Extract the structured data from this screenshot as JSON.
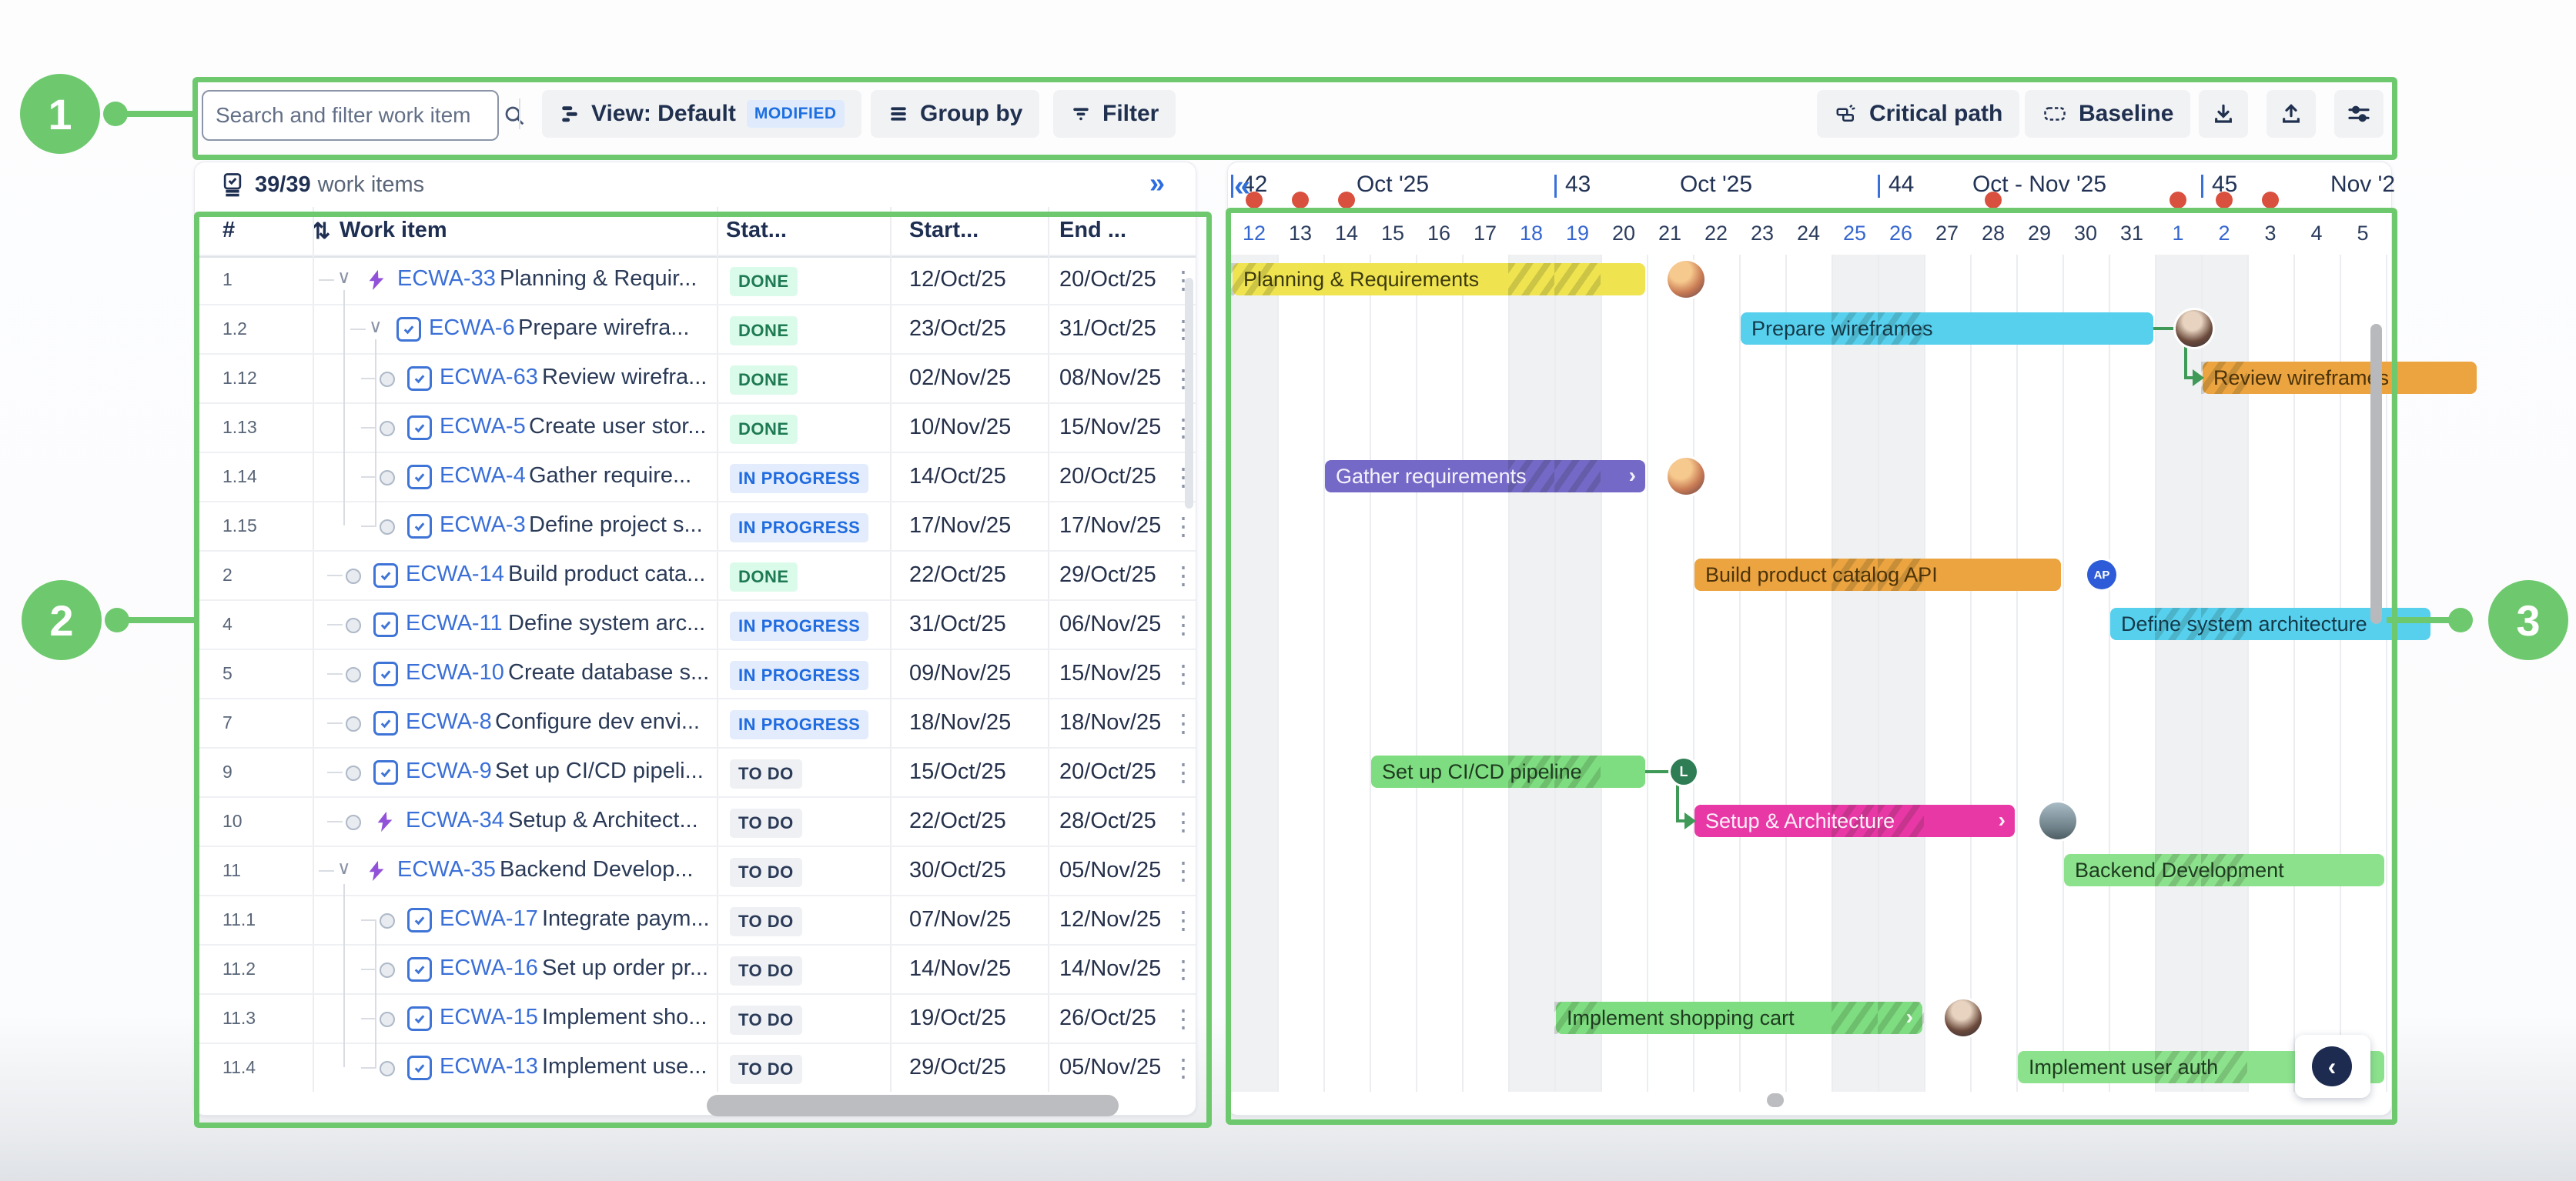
{
  "annotations": {
    "color": "#6ec96e",
    "labels": [
      "1",
      "2",
      "3"
    ]
  },
  "icons": {
    "search": "magnifier",
    "kebab": "⋮",
    "expand_panel": "»",
    "jump_start": "«",
    "collapse": "‹",
    "bar_chevron": "›",
    "expand_all": "⇅",
    "row_chevron": "∨"
  },
  "toolbar": {
    "search_placeholder": "Search and filter work item",
    "view_label": "View: Default",
    "modified_badge": "MODIFIED",
    "group_by_label": "Group by",
    "filter_label": "Filter",
    "critical_path_label": "Critical path",
    "baseline_label": "Baseline"
  },
  "panel": {
    "count_bold": "39/39",
    "count_rest": "work items"
  },
  "table": {
    "columns": [
      "#",
      "Work item",
      "Stat...",
      "Start...",
      "End ..."
    ],
    "rows": [
      {
        "num": "1",
        "key": "ECWA-33",
        "title": "Planning & Requir...",
        "status": "DONE",
        "kind": "done",
        "start": "12/Oct/25",
        "end": "20/Oct/25",
        "icon": "epic",
        "exp": "chevron",
        "depth": 0
      },
      {
        "num": "1.2",
        "key": "ECWA-6",
        "title": "Prepare wirefra...",
        "status": "DONE",
        "kind": "done",
        "start": "23/Oct/25",
        "end": "31/Oct/25",
        "icon": "task",
        "exp": "chevron",
        "depth": 2
      },
      {
        "num": "1.12",
        "key": "ECWA-63",
        "title": "Review wirefra...",
        "status": "DONE",
        "kind": "done",
        "start": "02/Nov/25",
        "end": "08/Nov/25",
        "icon": "task",
        "exp": "dot",
        "depth": 3
      },
      {
        "num": "1.13",
        "key": "ECWA-5",
        "title": "Create user stor...",
        "status": "DONE",
        "kind": "done",
        "start": "10/Nov/25",
        "end": "15/Nov/25",
        "icon": "task",
        "exp": "dot",
        "depth": 3
      },
      {
        "num": "1.14",
        "key": "ECWA-4",
        "title": "Gather require...",
        "status": "IN PROGRESS",
        "kind": "prog",
        "start": "14/Oct/25",
        "end": "20/Oct/25",
        "icon": "task",
        "exp": "dot",
        "depth": 3
      },
      {
        "num": "1.15",
        "key": "ECWA-3",
        "title": "Define project s...",
        "status": "IN PROGRESS",
        "kind": "prog",
        "start": "17/Nov/25",
        "end": "17/Nov/25",
        "icon": "task",
        "exp": "dot",
        "depth": 3
      },
      {
        "num": "2",
        "key": "ECWA-14",
        "title": "Build product cata...",
        "status": "DONE",
        "kind": "done",
        "start": "22/Oct/25",
        "end": "29/Oct/25",
        "icon": "task",
        "exp": "dot",
        "depth": 1
      },
      {
        "num": "4",
        "key": "ECWA-11",
        "title": "Define system arc...",
        "status": "IN PROGRESS",
        "kind": "prog",
        "start": "31/Oct/25",
        "end": "06/Nov/25",
        "icon": "task",
        "exp": "dot",
        "depth": 1
      },
      {
        "num": "5",
        "key": "ECWA-10",
        "title": "Create database s...",
        "status": "IN PROGRESS",
        "kind": "prog",
        "start": "09/Nov/25",
        "end": "15/Nov/25",
        "icon": "task",
        "exp": "dot",
        "depth": 1
      },
      {
        "num": "7",
        "key": "ECWA-8",
        "title": "Configure dev envi...",
        "status": "IN PROGRESS",
        "kind": "prog",
        "start": "18/Nov/25",
        "end": "18/Nov/25",
        "icon": "task",
        "exp": "dot",
        "depth": 1
      },
      {
        "num": "9",
        "key": "ECWA-9",
        "title": "Set up CI/CD pipeli...",
        "status": "TO DO",
        "kind": "todo",
        "start": "15/Oct/25",
        "end": "20/Oct/25",
        "icon": "task",
        "exp": "dot",
        "depth": 1
      },
      {
        "num": "10",
        "key": "ECWA-34",
        "title": "Setup & Architect...",
        "status": "TO DO",
        "kind": "todo",
        "start": "22/Oct/25",
        "end": "28/Oct/25",
        "icon": "epic",
        "exp": "dot",
        "depth": 1
      },
      {
        "num": "11",
        "key": "ECWA-35",
        "title": "Backend Develop...",
        "status": "TO DO",
        "kind": "todo",
        "start": "30/Oct/25",
        "end": "05/Nov/25",
        "icon": "epic",
        "exp": "chevron",
        "depth": 0
      },
      {
        "num": "11.1",
        "key": "ECWA-17",
        "title": "Integrate paym...",
        "status": "TO DO",
        "kind": "todo",
        "start": "07/Nov/25",
        "end": "12/Nov/25",
        "icon": "task",
        "exp": "dot",
        "depth": 3
      },
      {
        "num": "11.2",
        "key": "ECWA-16",
        "title": "Set up order pr...",
        "status": "TO DO",
        "kind": "todo",
        "start": "14/Nov/25",
        "end": "14/Nov/25",
        "icon": "task",
        "exp": "dot",
        "depth": 3
      },
      {
        "num": "11.3",
        "key": "ECWA-15",
        "title": "Implement sho...",
        "status": "TO DO",
        "kind": "todo",
        "start": "19/Oct/25",
        "end": "26/Oct/25",
        "icon": "task",
        "exp": "dot",
        "depth": 3
      },
      {
        "num": "11.4",
        "key": "ECWA-13",
        "title": "Implement use...",
        "status": "TO DO",
        "kind": "todo",
        "start": "29/Oct/25",
        "end": "05/Nov/25",
        "icon": "task",
        "exp": "dot",
        "depth": 3
      }
    ]
  },
  "gantt": {
    "weeks": [
      {
        "num": "42",
        "month": "Oct '25",
        "day_index": 0
      },
      {
        "num": "43",
        "month": "Oct '25",
        "day_index": 7
      },
      {
        "num": "44",
        "month": "Oct - Nov '25",
        "day_index": 14
      },
      {
        "num": "45",
        "month": "Nov '2",
        "day_index": 21
      }
    ],
    "days": [
      {
        "label": "12",
        "weekend": true
      },
      {
        "label": "13",
        "weekend": false
      },
      {
        "label": "14",
        "weekend": false
      },
      {
        "label": "15",
        "weekend": false
      },
      {
        "label": "16",
        "weekend": false
      },
      {
        "label": "17",
        "weekend": false
      },
      {
        "label": "18",
        "weekend": true
      },
      {
        "label": "19",
        "weekend": true
      },
      {
        "label": "20",
        "weekend": false
      },
      {
        "label": "21",
        "weekend": false
      },
      {
        "label": "22",
        "weekend": false
      },
      {
        "label": "23",
        "weekend": false
      },
      {
        "label": "24",
        "weekend": false
      },
      {
        "label": "25",
        "weekend": true
      },
      {
        "label": "26",
        "weekend": true
      },
      {
        "label": "27",
        "weekend": false
      },
      {
        "label": "28",
        "weekend": false
      },
      {
        "label": "29",
        "weekend": false
      },
      {
        "label": "30",
        "weekend": false
      },
      {
        "label": "31",
        "weekend": false
      },
      {
        "label": "1",
        "weekend": true
      },
      {
        "label": "2",
        "weekend": true
      },
      {
        "label": "3",
        "weekend": false
      },
      {
        "label": "4",
        "weekend": false
      },
      {
        "label": "5",
        "weekend": false
      }
    ],
    "weekend_day_indices": [
      0,
      6,
      7,
      13,
      14,
      20,
      21
    ],
    "red_dot_day_indices": [
      0,
      1,
      2,
      16,
      20,
      21,
      22
    ],
    "milestone_color": "#d9503f",
    "bars": [
      {
        "row": 0,
        "start": 0,
        "end": 9,
        "label": "Planning & Requirements",
        "color": "#efe450",
        "text": "#3d3a0e",
        "chevron": false
      },
      {
        "row": 1,
        "start": 11,
        "end": 20,
        "label": "Prepare wireframes",
        "color": "#57d0ee",
        "text": "#143a49",
        "chevron": false
      },
      {
        "row": 2,
        "start": 21,
        "end": 27,
        "label": "Review wireframes",
        "color": "#eba440",
        "text": "#4c3309",
        "chevron": false
      },
      {
        "row": 4,
        "start": 2,
        "end": 9,
        "label": "Gather requirements",
        "color": "#7569c8",
        "text": "#f4f2fb",
        "chevron": true
      },
      {
        "row": 6,
        "start": 10,
        "end": 18,
        "label": "Build product catalog API",
        "color": "#eba440",
        "text": "#4c3309",
        "chevron": false
      },
      {
        "row": 7,
        "start": 19,
        "end": 26,
        "label": "Define system architecture",
        "color": "#57d0ee",
        "text": "#143a49",
        "chevron": false
      },
      {
        "row": 10,
        "start": 3,
        "end": 9,
        "label": "Set up CI/CD pipeline",
        "color": "#7edd80",
        "text": "#1e3b20",
        "chevron": false
      },
      {
        "row": 11,
        "start": 10,
        "end": 17,
        "label": "Setup & Architecture",
        "color": "#e838a6",
        "text": "#fdeff8",
        "chevron": true
      },
      {
        "row": 12,
        "start": 18,
        "end": 25,
        "label": "Backend Development",
        "color": "#8ce28c",
        "text": "#1e3b20",
        "chevron": false
      },
      {
        "row": 15,
        "start": 7,
        "end": 15,
        "label": "Implement shopping cart",
        "color": "#7edd80",
        "text": "#1e3b20",
        "chevron": true
      },
      {
        "row": 16,
        "start": 17,
        "end": 25,
        "label": "Implement user auth",
        "color": "#8ce28c",
        "text": "#1e3b20",
        "chevron": false
      }
    ],
    "connectors": [
      {
        "from_row": 1,
        "from_day": 20,
        "to_row": 2,
        "to_day": 21
      },
      {
        "from_row": 10,
        "from_day": 9,
        "to_row": 11,
        "to_day": 10
      }
    ],
    "avatars": [
      {
        "row": 0,
        "day": 9.85,
        "kind": "photo",
        "variant": 1,
        "name": "assignee-avatar"
      },
      {
        "row": 1,
        "day": 20.85,
        "kind": "photo",
        "variant": 4,
        "name": "assignee-avatar"
      },
      {
        "row": 4,
        "day": 9.85,
        "kind": "photo",
        "variant": 1,
        "name": "assignee-avatar"
      },
      {
        "row": 6,
        "day": 18.85,
        "kind": "initials",
        "text": "AP",
        "color": "#2e5cd8",
        "name": "assignee-avatar-ap"
      },
      {
        "row": 10,
        "day": 9.8,
        "kind": "initials",
        "text": "L",
        "color": "#2f7d54",
        "name": "assignee-avatar-l"
      },
      {
        "row": 11,
        "day": 17.9,
        "kind": "photo",
        "variant": 3,
        "name": "assignee-avatar"
      },
      {
        "row": 15,
        "day": 15.85,
        "kind": "photo",
        "variant": 4,
        "name": "assignee-avatar"
      }
    ]
  }
}
